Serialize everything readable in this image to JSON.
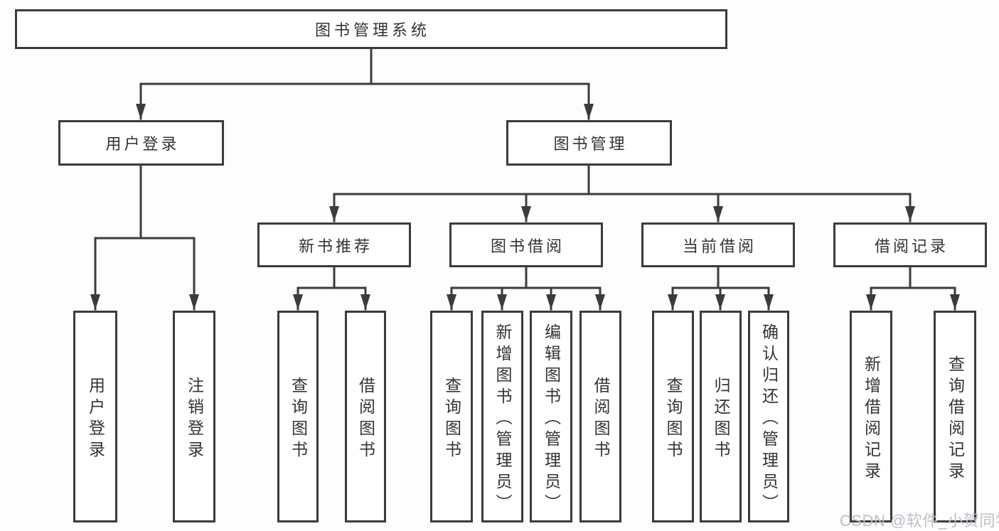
{
  "tree": {
    "root": {
      "label": "图书管理系统",
      "children": [
        {
          "label": "用户登录",
          "children": [
            {
              "label": "用户登录"
            },
            {
              "label": "注销登录"
            }
          ]
        },
        {
          "label": "图书管理",
          "children": [
            {
              "label": "新书推荐",
              "children": [
                {
                  "label": "查询图书"
                },
                {
                  "label": "借阅图书"
                }
              ]
            },
            {
              "label": "图书借阅",
              "children": [
                {
                  "label": "查询图书"
                },
                {
                  "label": "新增图书（管理员）"
                },
                {
                  "label": "编辑图书（管理员）"
                },
                {
                  "label": "借阅图书"
                }
              ]
            },
            {
              "label": "当前借阅",
              "children": [
                {
                  "label": "查询图书"
                },
                {
                  "label": "归还图书"
                },
                {
                  "label": "确认归还（管理员）"
                }
              ]
            },
            {
              "label": "借阅记录",
              "children": [
                {
                  "label": "新增借阅记录"
                },
                {
                  "label": "查询借阅记录"
                }
              ]
            }
          ]
        }
      ]
    }
  },
  "watermark": {
    "text": "CSDN @软件_小贺同学"
  },
  "colors": {
    "line": "#3b3b3b",
    "text": "#333333",
    "watermark": "#bcc0c6",
    "background": "#fdfdfd"
  }
}
